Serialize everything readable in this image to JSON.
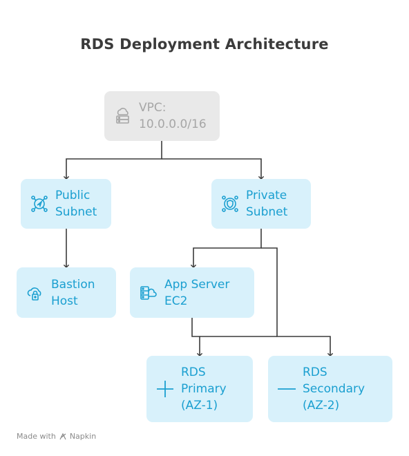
{
  "diagram": {
    "title": "RDS Deployment Architecture",
    "nodes": {
      "vpc": {
        "line1": "VPC:",
        "line2": "10.0.0.0/16",
        "icon": "cloud-server-icon"
      },
      "public_subnet": {
        "line1": "Public",
        "line2": "Subnet",
        "icon": "network-hub-icon"
      },
      "private_subnet": {
        "line1": "Private",
        "line2": "Subnet",
        "icon": "shield-network-icon"
      },
      "bastion_host": {
        "line1": "Bastion",
        "line2": "Host",
        "icon": "cloud-lock-icon"
      },
      "app_server": {
        "line1": "App Server",
        "line2": "EC2",
        "icon": "server-cloud-icon"
      },
      "rds_primary": {
        "line1": "RDS",
        "line2": "Primary",
        "line3": "(AZ-1)",
        "icon": "plus-icon"
      },
      "rds_secondary": {
        "line1": "RDS",
        "line2": "Secondary",
        "line3": "(AZ-2)",
        "icon": "minus-icon"
      }
    },
    "edges": [
      {
        "from": "vpc",
        "to": "public_subnet"
      },
      {
        "from": "vpc",
        "to": "private_subnet"
      },
      {
        "from": "public_subnet",
        "to": "bastion_host"
      },
      {
        "from": "private_subnet",
        "to": "app_server"
      },
      {
        "from": "private_subnet",
        "to": "rds_secondary"
      },
      {
        "from": "app_server",
        "to": "rds_primary"
      },
      {
        "from": "app_server",
        "to": "rds_secondary"
      }
    ],
    "colors": {
      "node_fill": "#d8f1fb",
      "node_text": "#1a9fd0",
      "root_fill": "#e9e9e9",
      "root_text": "#a6a6a6",
      "edge": "#3a3a3a"
    }
  },
  "footer": {
    "made_with": "Made with",
    "brand": "Napkin",
    "icon": "napkin-logo-icon"
  }
}
